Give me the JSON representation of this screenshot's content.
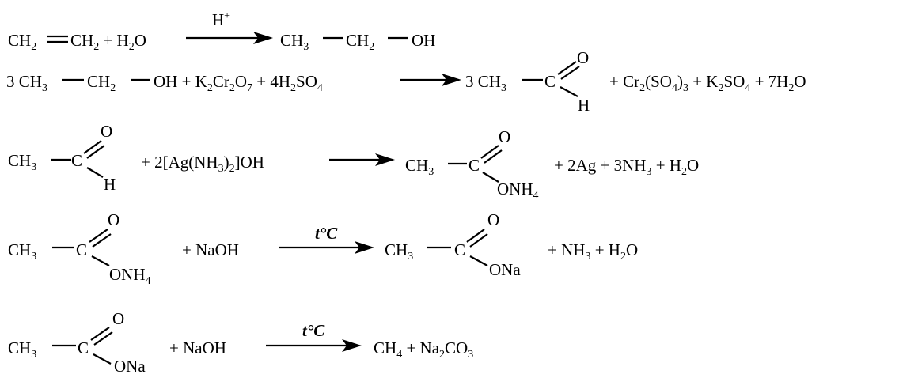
{
  "reactions": [
    {
      "id": "r1",
      "left": "CH₂═CH₂ + H₂O",
      "condition": "H⁺",
      "right": "CH₃—CH₂—OH"
    },
    {
      "id": "r2",
      "left": "3 CH₃—CH₂—OH + K₂Cr₂O₇ + 4H₂SO₄",
      "condition": "",
      "right": "3 CH₃—CH(=O) + Cr₂(SO₄)₃ + K₂SO₄ + 7H₂O"
    },
    {
      "id": "r3",
      "left": "CH₃—CH(=O) + 2[Ag(NH₃)₂]OH",
      "condition": "",
      "right": "CH₃—C(=O)ONH₄ + 2Ag + 3NH₃ + H₂O"
    },
    {
      "id": "r4",
      "left": "CH₃—C(=O)ONH₄ + NaOH",
      "condition": "t°C",
      "right": "CH₃—C(=O)ONa + NH₃ + H₂O"
    },
    {
      "id": "r5",
      "left": "CH₃—C(=O)ONa + NaOH",
      "condition": "t°C",
      "right": "CH₄ + Na₂CO₃"
    }
  ]
}
